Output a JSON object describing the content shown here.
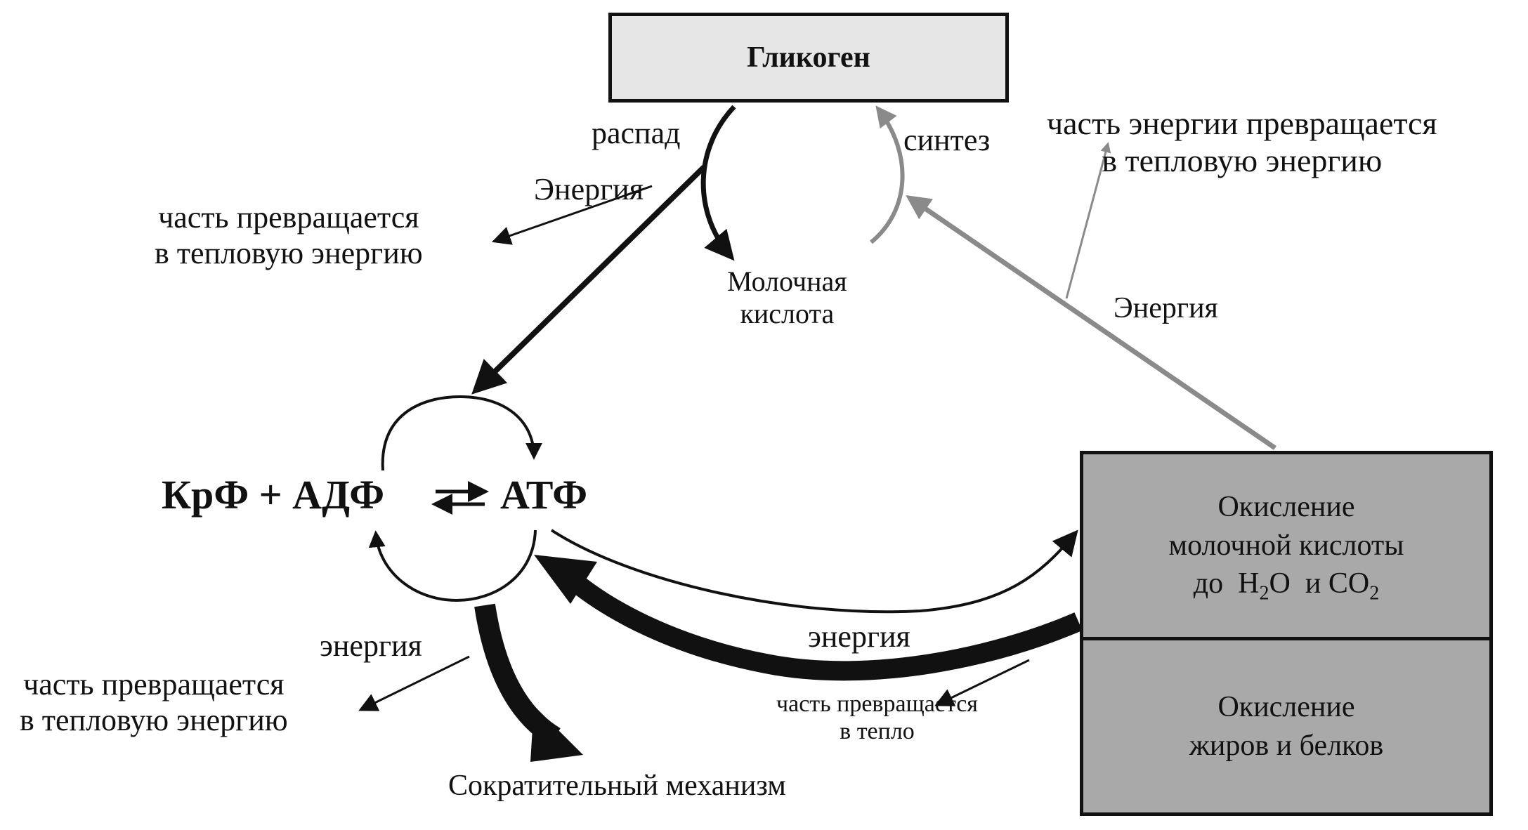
{
  "glycogen": {
    "label": "Гликоген"
  },
  "breakdown": "распад",
  "synthesis": "синтез",
  "energy_top_left": "Энергия",
  "energy_right": "Энергия",
  "heat_left_top": {
    "line1": "часть превращается",
    "line2": "в тепловую энергию"
  },
  "heat_right_top": {
    "line1": "часть энергии превращается",
    "line2": "в тепловую энергию"
  },
  "lactic": {
    "line1": "Молочная",
    "line2": "кислота"
  },
  "equation": {
    "left": "КрФ + АДФ",
    "right": "АТФ"
  },
  "oxidation_lactic": {
    "line1": "Окисление",
    "line2": "молочной кислоты",
    "line3_pre": "до",
    "h2o_h": "H",
    "h2o_sub": "2",
    "h2o_o": "O",
    "and": "и CO",
    "co2_sub": "2"
  },
  "oxidation_fats": {
    "line1": "Окисление",
    "line2": "жиров и белков"
  },
  "energy_bottom_left": "энергия",
  "heat_left_bottom": {
    "line1": "часть превращается",
    "line2": "в тепловую энергию"
  },
  "energy_bottom_mid": "энергия",
  "heat_mid": {
    "line1": "часть превращается",
    "line2": "в тепло"
  },
  "contractile": "Сократительный механизм",
  "colors": {
    "ink": "#111111",
    "gray_arrow": "#8a8a8a",
    "box_light": "#e6e6e6",
    "box_dark": "#a9a9a9"
  }
}
